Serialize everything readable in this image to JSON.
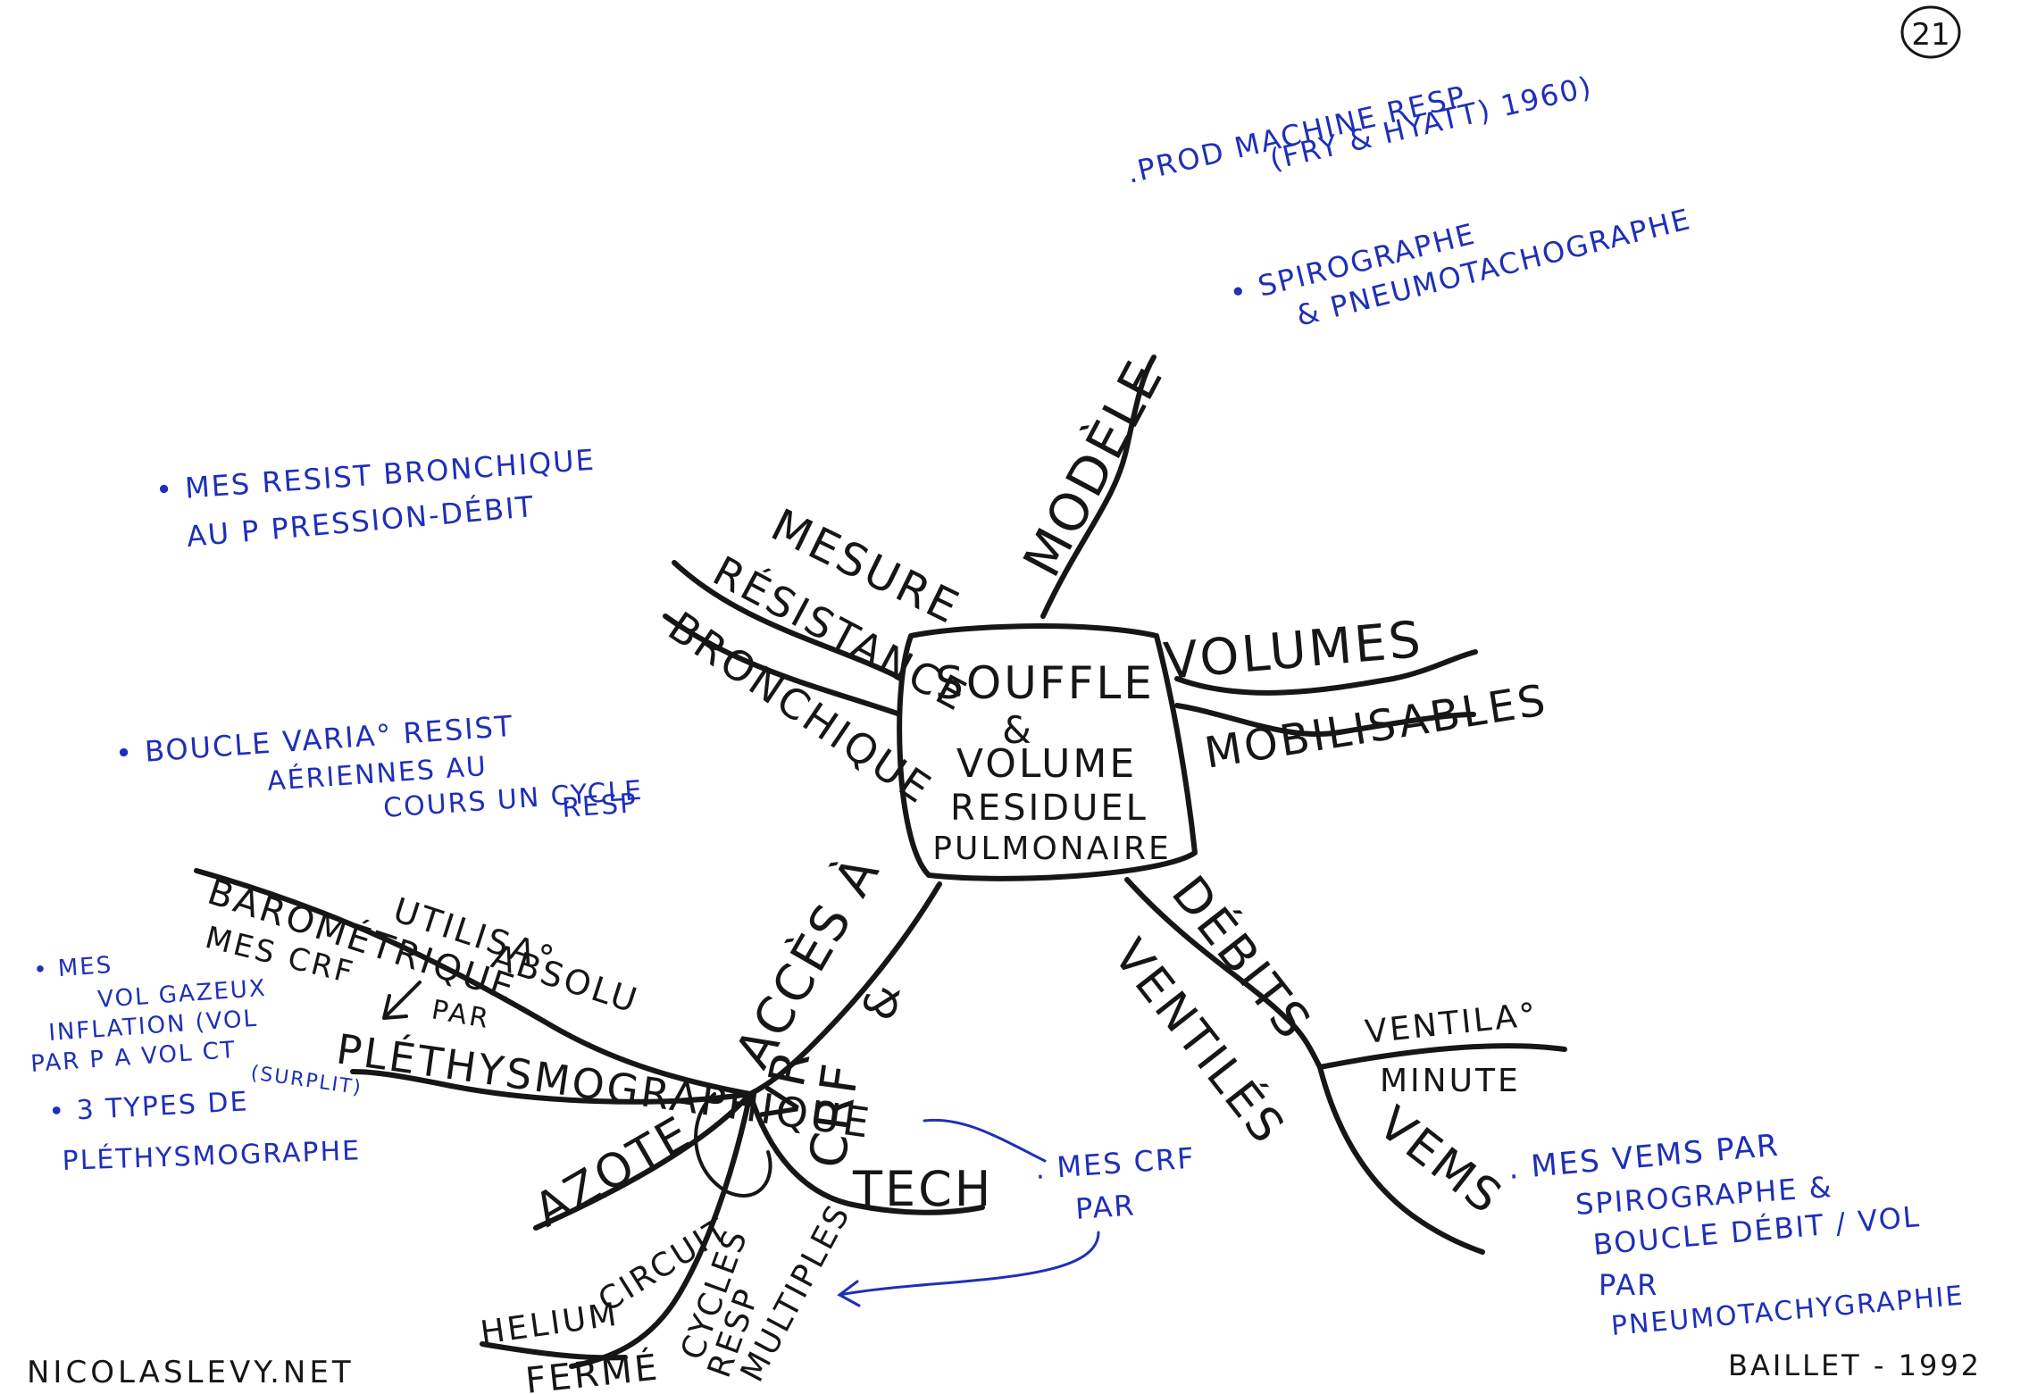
{
  "page_number": "21",
  "center": {
    "lines": [
      "SOUFFLE",
      "&",
      "VOLUME",
      "RESIDUEL",
      "PULMONAIRE"
    ]
  },
  "branches": {
    "modele": "MODÈLE",
    "volumes": [
      "VOLUMES",
      "MOBILISABLES"
    ],
    "debits": [
      "DÉBITS",
      "VENTILÉS"
    ],
    "ventilation_minute": [
      "VENTILA°",
      "MINUTE"
    ],
    "vems": "VEMS",
    "mesure": [
      "MESURE",
      "RÉSISTANCE",
      "BRONCHIQUE"
    ],
    "acces": [
      "ACCÈS À",
      "VR",
      "&",
      "CRF"
    ],
    "tech": "TECH",
    "azote": "AZOTE",
    "helium": [
      "HELIUM",
      "CIRCUIT",
      "FERMÉ"
    ],
    "cycles": [
      "CYCLES",
      "RESP",
      "MULTIPLES"
    ],
    "plethysmo": "PLÉTHYSMOGRAPHIQUE",
    "utilisation": [
      "UTILISA°",
      "ABSOLU"
    ],
    "barometrique": [
      "BAROMÉTRIQUE",
      "MES CRF",
      "PAR"
    ]
  },
  "notes": {
    "modele": [
      ".PROD MACHINE RESP",
      "(FRY & HYATT) 1960)",
      "• SPIROGRAPHE",
      "& PNEUMOTACHOGRAPHE"
    ],
    "resistance": [
      "• MES RESIST BRONCHIQUE",
      "AU P PRESSION-DÉBIT"
    ],
    "boucle": [
      "• BOUCLE VARIA° RESIST",
      "AÉRIENNES AU",
      "COURS UN CYCLE",
      "RESP"
    ],
    "pletysmo": [
      "• MES",
      "VOL GAZEUX",
      "INFLATION (VOL",
      "PAR P A VOL CT",
      "(SURPLIT)",
      "• 3 TYPES DE",
      "PLÉTHYSMOGRAPHE"
    ],
    "crf": [
      ". MES CRF",
      "PAR"
    ],
    "vems": [
      ". MES VEMS PAR",
      "SPIROGRAPHE &",
      "BOUCLE DÉBIT / VOL",
      "PAR",
      "PNEUMOTACHYGRAPHIE"
    ]
  },
  "footer": {
    "site": "NICOLASLEVY.NET",
    "author": "BAILLET - 1992"
  }
}
